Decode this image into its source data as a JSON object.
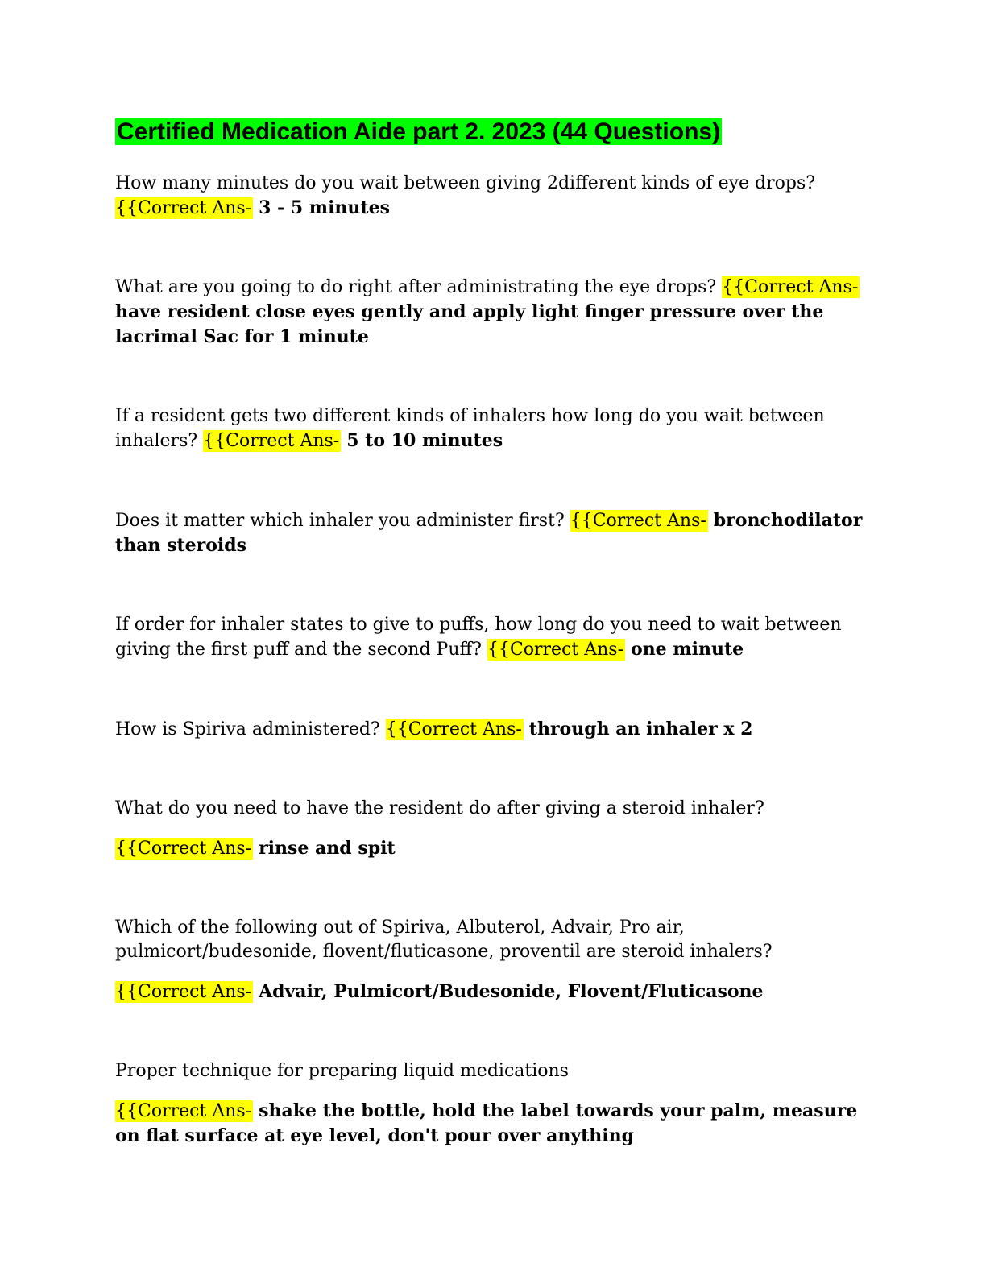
{
  "title": {
    "text": "Certified Medication Aide part 2. 2023 (44 Questions)",
    "highlight_color": "#00ff00"
  },
  "answer_label": "{{Correct Ans-",
  "answer_highlight_color": "#ffff00",
  "questions": [
    {
      "question": "How many minutes do you wait between giving 2different kinds of eye drops?",
      "answer": "3 - 5 minutes",
      "layout": "inline"
    },
    {
      "question": "What are you going to do right after administrating the eye drops?",
      "answer": "have resident close eyes gently and apply light finger pressure over the lacrimal Sac for 1 minute",
      "layout": "inline"
    },
    {
      "question": "If a resident gets two different kinds of inhalers how long do you wait between inhalers?",
      "answer": "5 to 10 minutes",
      "layout": "inline"
    },
    {
      "question": "Does it matter which inhaler you administer first?",
      "answer": "bronchodilator than steroids",
      "layout": "inline"
    },
    {
      "question": "If order for inhaler states to give to puffs, how long do you need to wait between giving the first puff and the second Puff?",
      "answer": "one minute",
      "layout": "inline"
    },
    {
      "question": "How is Spiriva administered?",
      "answer": "through an inhaler x 2",
      "layout": "inline"
    },
    {
      "question": "What do you need to have the resident do after giving a steroid inhaler?",
      "answer": "rinse and spit",
      "layout": "block"
    },
    {
      "question": "Which of the following out of Spiriva, Albuterol, Advair, Pro air, pulmicort/budesonide, flovent/fluticasone, proventil are steroid inhalers?",
      "answer": "Advair, Pulmicort/Budesonide, Flovent/Fluticasone",
      "layout": "block"
    },
    {
      "question": "Proper technique for preparing liquid medications",
      "answer": "shake the bottle, hold the label towards your palm, measure on flat surface at eye level, don't pour over anything",
      "layout": "block"
    }
  ]
}
